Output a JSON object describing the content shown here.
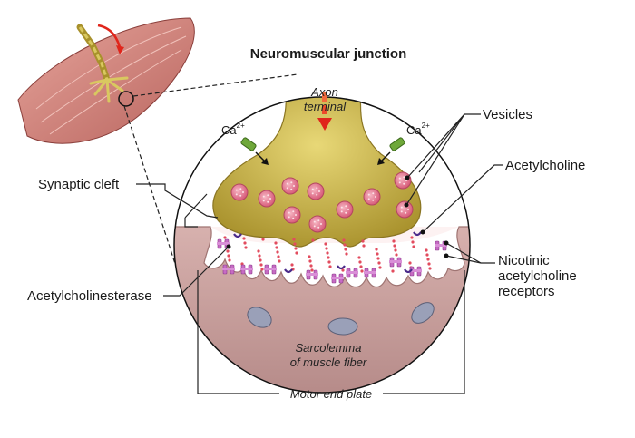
{
  "title": "Neuromuscular junction",
  "labels": {
    "axon_terminal_line1": "Axon",
    "axon_terminal_line2": "terminal",
    "ca_left": "Ca",
    "ca_left_sup": "2+",
    "ca_right": "Ca",
    "ca_right_sup": "2+",
    "vesicles": "Vesicles",
    "acetylcholine": "Acetylcholine",
    "synaptic_cleft": "Synaptic cleft",
    "nicotinic_line1": "Nicotinic",
    "nicotinic_line2": "acetylcholine",
    "nicotinic_line3": "receptors",
    "acetylcholinesterase": "Acetylcholinesterase",
    "sarcolemma_line1": "Sarcolemma",
    "sarcolemma_line2": "of muscle fiber",
    "motor_end_plate": "Motor end plate"
  },
  "colors": {
    "axon": "#b8a23a",
    "axon_light": "#d9c860",
    "muscle": "#c9a0a0",
    "muscle_dark": "#a97c7c",
    "vesicle": "#e0758f",
    "receptor": "#c66bc4",
    "esterase": "#4a2a8a",
    "channel": "#6fa83a",
    "arrow": "#e0251b",
    "mito": "#8a8fa6"
  }
}
